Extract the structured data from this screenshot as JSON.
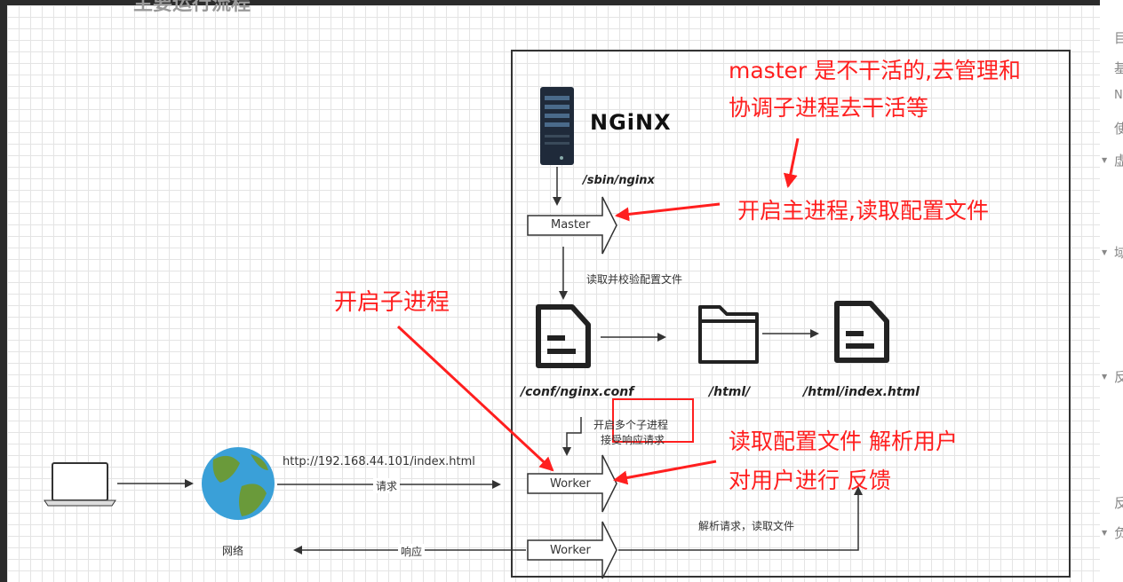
{
  "partial_title": "主要运行流程",
  "side_panel_chars": [
    "目",
    "基",
    "N",
    "使",
    "虚",
    "域",
    "反",
    "反",
    "负"
  ],
  "diagram": {
    "nginx_logo": "NGiNX",
    "sbin_path": "/sbin/nginx",
    "master_label": "Master",
    "read_verify_label": "读取并校验配置文件",
    "conf_path": "/conf/nginx.conf",
    "html_dir": "/html/",
    "html_index": "/html/index.html",
    "spawn_label_line1": "开启多个子进程",
    "spawn_label_line2": "接受响应请求",
    "worker_label_1": "Worker",
    "worker_label_2": "Worker",
    "url": "http://192.168.44.101/index.html",
    "request_label": "请求",
    "response_label": "响应",
    "network_label": "网络",
    "parse_label": "解析请求，读取文件"
  },
  "annotations": {
    "master_note_line1": "master 是不干活的,去管理和",
    "master_note_line2": "协调子进程去干活等",
    "start_master_note": "开启主进程,读取配置文件",
    "start_child_note": "开启子进程",
    "worker_note_line1": "读取配置文件 解析用户",
    "worker_note_line2": "对用户进行 反馈"
  },
  "colors": {
    "annotation_red": "#ff1f1f",
    "canvas_bg": "#ffffff",
    "frame_dark": "#2b2b2b",
    "grid": "#e4e4e4",
    "globe_blue": "#3aa0d8",
    "globe_green": "#6a9a3a"
  }
}
